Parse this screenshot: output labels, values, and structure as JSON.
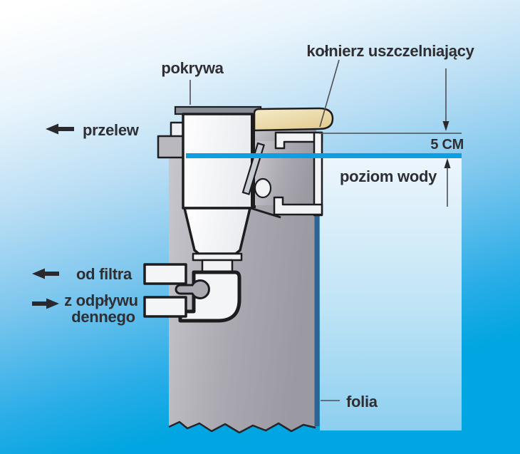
{
  "diagram": {
    "labels": {
      "pokrywa": "pokrywa",
      "kolnierz": "kołnierz uszczelniający",
      "przelew": "przelew",
      "dimension": "5 CM",
      "poziom_wody": "poziom wody",
      "od_filtra": "od filtra",
      "z_odplywu_line1": "z odpływu",
      "z_odplywu_line2": "dennego",
      "folia": "folia"
    },
    "colors": {
      "background_top": "#ffffff",
      "background_bottom": "#00a5e1",
      "water_surface_line": "#0d9fe2",
      "water_fill_top": "#eef6fc",
      "water_fill_bottom": "#8ccfef",
      "pool_wall_gray": "#a8a6ae",
      "skimmer_body_white": "#f4f5f7",
      "sealing_collar_cream": "#ecd9a6",
      "liner_navy": "#2f6394",
      "outline_dark": "#1d1d20",
      "label_text": "#2e2e33"
    }
  }
}
